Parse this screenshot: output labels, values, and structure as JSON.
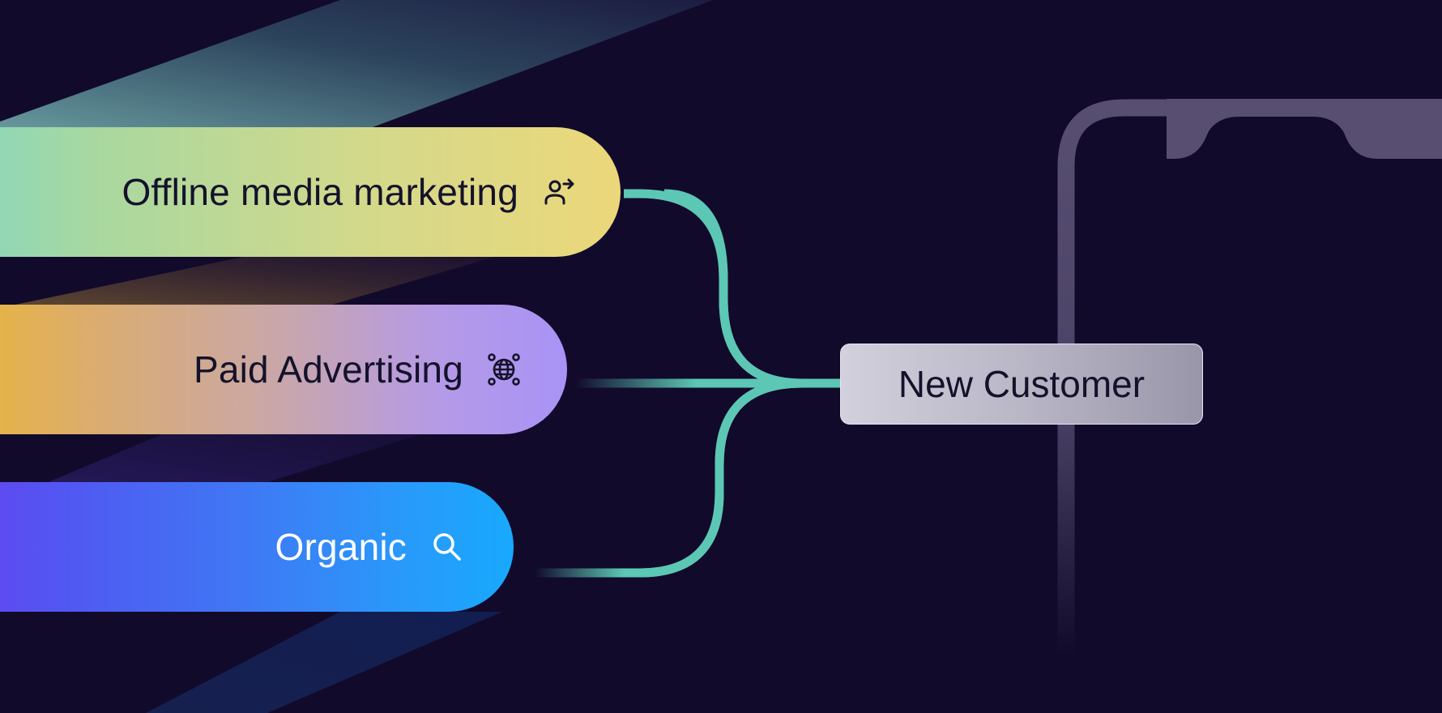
{
  "diagram": {
    "sources": [
      {
        "label": "Offline media marketing",
        "icon": "user-arrow-icon"
      },
      {
        "label": "Paid Advertising",
        "icon": "globe-network-icon"
      },
      {
        "label": "Organic",
        "icon": "search-icon"
      }
    ],
    "target": {
      "label": "New Customer"
    }
  },
  "colors": {
    "background": "#120a2b",
    "connector": "#5cc7b4",
    "phone_frame": "#574e72",
    "offline_gradient": [
      "#7dd8c6",
      "#ecd77a"
    ],
    "paid_gradient": [
      "#eeb92a",
      "#a893f6"
    ],
    "organic_gradient": [
      "#6a3cf0",
      "#18a9fd"
    ]
  }
}
